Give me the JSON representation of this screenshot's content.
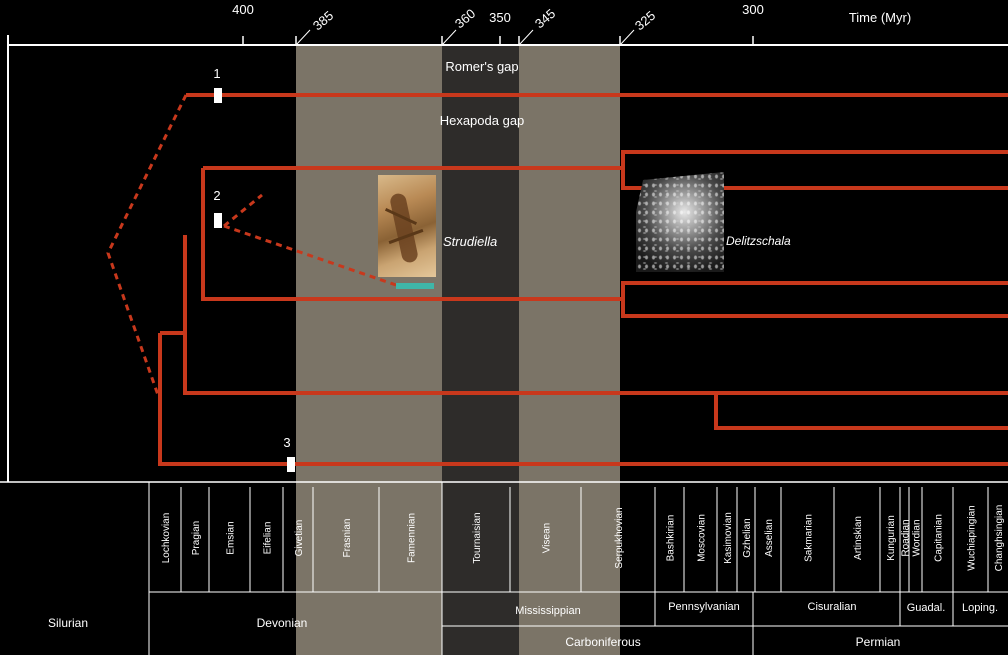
{
  "axis": {
    "title": "Time (Myr)",
    "ticks": [
      "400",
      "385",
      "360",
      "350",
      "345",
      "325",
      "300"
    ]
  },
  "gaps": {
    "romer": "Romer's gap",
    "hexapoda": "Hexapoda gap"
  },
  "markers": [
    "1",
    "2",
    "3"
  ],
  "fossils": {
    "strudiella": "Strudiella",
    "delitzschala": "Delitzschala"
  },
  "stages": [
    "Lochkovian",
    "Pragian",
    "Emsian",
    "Eifelian",
    "Givetian",
    "Frasnian",
    "Famennian",
    "Tournaisian",
    "Visean",
    "Serpukhovian",
    "Bashkirian",
    "Moscovian",
    "Kasimovian",
    "Gzhelian",
    "Asselian",
    "Sakmarian",
    "Artinskian",
    "Kungurian",
    "Roadian",
    "Wordian",
    "Capitanian",
    "Wuchiapingian",
    "Changhsingian"
  ],
  "epochs": [
    "Mississippian",
    "Pennsylvanian",
    "Cisuralian",
    "Guadal.",
    "Loping."
  ],
  "periods": [
    "Silurian",
    "Devonian",
    "Carboniferous",
    "Permian"
  ],
  "colors": {
    "background": "#000000",
    "branch": "#c8381c",
    "romer_band": "#7b7467",
    "hexapoda_band": "#2e2c2a",
    "scale_bar": "#3fb6a8"
  }
}
